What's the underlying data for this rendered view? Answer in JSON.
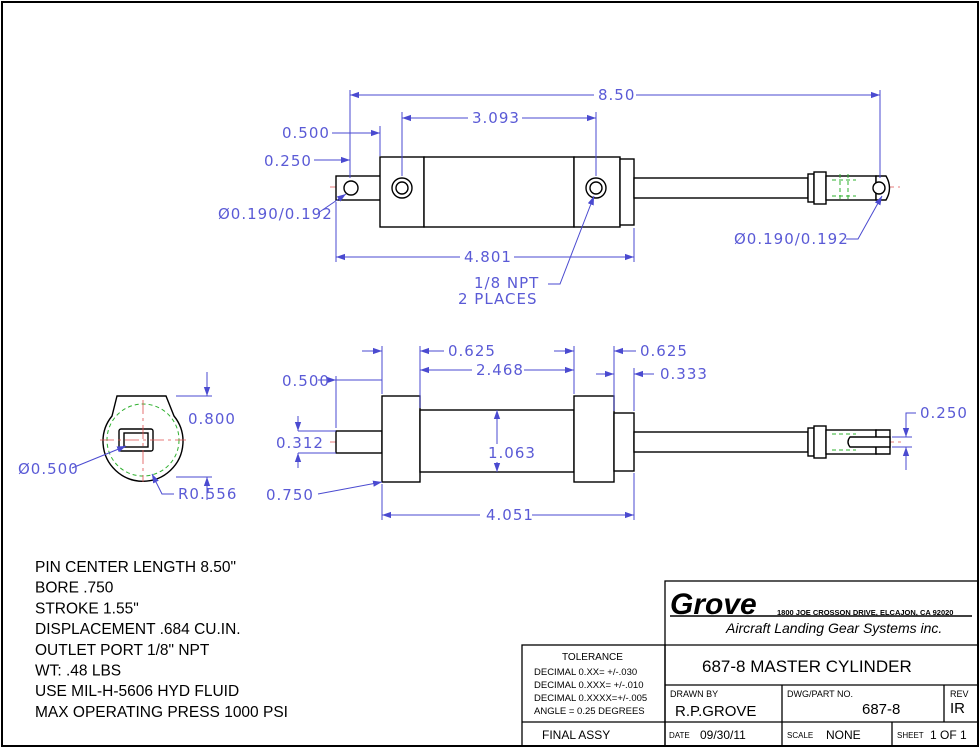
{
  "dims": {
    "overall_length": "8.50",
    "port_spacing": "3.093",
    "top_0500": "0.500",
    "top_0250": "0.250",
    "pin_dia_left": "Ø0.190/0.192",
    "pin_dia_right": "Ø0.190/0.192",
    "body_length": "4.801",
    "npt_note_1": "1/8 NPT",
    "npt_note_2": "2 PLACES",
    "front_0625_left": "0.625",
    "front_0625_right": "0.625",
    "front_2468": "2.468",
    "front_0333": "0.333",
    "front_0500": "0.500",
    "front_0312": "0.312",
    "front_1063": "1.063",
    "front_0750": "0.750",
    "front_4051": "4.051",
    "front_0250": "0.250",
    "end_0800": "0.800",
    "end_dia_0500": "Ø0.500",
    "end_r0556": "R0.556"
  },
  "specs": [
    "PIN CENTER LENGTH 8.50\"",
    "BORE .750",
    "STROKE 1.55\"",
    "DISPLACEMENT .684 CU.IN.",
    "OUTLET PORT 1/8\" NPT",
    "WT: .48 LBS",
    "USE MIL-H-5606 HYD FLUID",
    "MAX OPERATING PRESS 1000 PSI"
  ],
  "title_block": {
    "company": "Grove",
    "address": "1800 JOE CROSSON DRIVE, ELCAJON, CA 92020",
    "tagline": "Aircraft Landing Gear Systems inc.",
    "tolerance_header": "TOLERANCE",
    "tolerances": [
      "DECIMAL 0.XX=  +/-.030",
      "DECIMAL 0.XXX= +/-.010",
      "DECIMAL 0.XXXX=+/-.005",
      "ANGLE = 0.25 DEGREES"
    ],
    "title": "687-8 MASTER CYLINDER",
    "drawn_by_label": "DRAWN BY",
    "drawn_by": "R.P.GROVE",
    "part_no_label": "DWG/PART NO.",
    "part_no": "687-8",
    "rev_label": "REV",
    "rev": "IR",
    "final_assy": "FINAL ASSY",
    "date_label": "DATE",
    "date": "09/30/11",
    "scale_label": "SCALE",
    "scale": "NONE",
    "sheet_label": "SHEET",
    "sheet": "1 OF 1"
  }
}
